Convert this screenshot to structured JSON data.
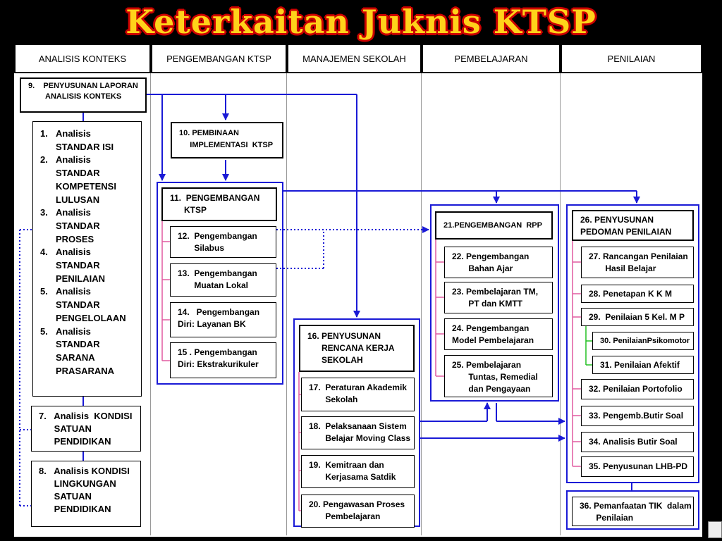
{
  "title": "Keterkaitan Juknis KTSP",
  "headers": [
    "ANALISIS KONTEKS",
    "PENGEMBANGAN KTSP",
    "MANAJEMEN SEKOLAH",
    "PEMBELAJARAN",
    "PENILAIAN"
  ],
  "boxes": {
    "b9": "9.    PENYUSUNAN LAPORAN\n        ANALISIS KONTEKS",
    "b7": "7.   Analisis  KONDISI\n      SATUAN\n      PENDIDIKAN",
    "b8": "8.   Analisis KONDISI\n      LINGKUNGAN\n      SATUAN\n      PENDIDIKAN",
    "b10": "10. PEMBINAAN\n     IMPLEMENTASI  KTSP",
    "b11": "11.  PENGEMBANGAN\n      KTSP",
    "b12": "12.  Pengembangan\n       Silabus",
    "b13": "13.  Pengembangan\n       Muatan Lokal",
    "b14": "14.   Pengembangan\nDiri: Layanan BK",
    "b15": "15 . Pengembangan\nDiri: Ekstrakurikuler",
    "b16": "16. PENYUSUNAN\n      RENCANA KERJA\n      SEKOLAH",
    "b17": "17.  Peraturan Akademik\n       Sekolah",
    "b18": "18.  Pelaksanaan Sistem\n       Belajar Moving Class",
    "b19": "19.  Kemitraan dan\n       Kerjasama Satdik",
    "b20": "20. Pengawasan Proses\n       Pembelajaran",
    "b21": "21.PENGEMBANGAN  RPP",
    "b22": "22. Pengembangan\n       Bahan Ajar",
    "b23": "23. Pembelajaran TM,\n       PT dan KMTT",
    "b24": "24. Pengembangan\nModel Pembelajaran",
    "b25": "25. Pembelajaran\n       Tuntas, Remedial\n       dan Pengayaan",
    "b26": "26. PENYUSUNAN\nPEDOMAN PENILAIAN",
    "b27": "27. Rancangan Penilaian\n       Hasil Belajar",
    "b28": "28. Penetapan K K M",
    "b29": "29.  Penilaian 5 Kel. M P",
    "b30": "30. PenilaianPsikomotor",
    "b31": "31. Penilaian Afektif",
    "b32": "32. Penilaian Portofolio",
    "b33": "33. Pengemb.Butir Soal",
    "b34": "34. Analisis Butir Soal",
    "b35": "35. Penyusunan LHB-PD",
    "b36": "36. Pemanfaatan TIK  dalam\n       Penilaian"
  },
  "analysis_list": [
    {
      "n": "1.",
      "t": "Analisis\nSTANDAR ISI"
    },
    {
      "n": "2.",
      "t": "Analisis\nSTANDAR\nKOMPETENSI\nLULUSAN"
    },
    {
      "n": "3.",
      "t": "Analisis\nSTANDAR\nPROSES"
    },
    {
      "n": "4.",
      "t": "Analisis\nSTANDAR\nPENILAIAN"
    },
    {
      "n": "5.",
      "t": "Analisis\nSTANDAR\nPENGELOLAAN"
    },
    {
      "n": "5.",
      "t": "Analisis\nSTANDAR\nSARANA\nPRASARANA"
    }
  ],
  "colors": {
    "title": "#ffd21a",
    "title_outline": "#cc0000",
    "connector": "#1a1ad6",
    "pink": "#e05aa0",
    "green": "#22c022"
  }
}
